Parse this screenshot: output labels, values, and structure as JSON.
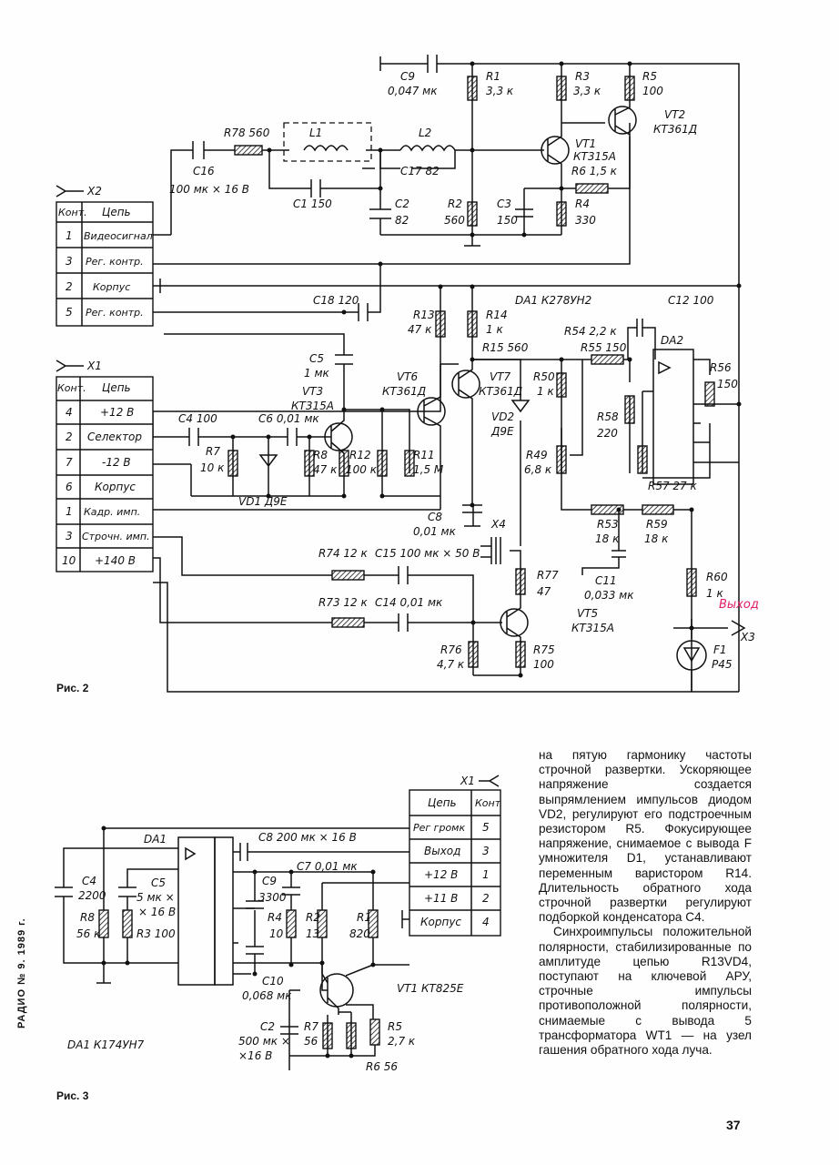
{
  "figure2": {
    "caption": "Рис. 2",
    "annotation": "Выход",
    "x2": {
      "name": "X2",
      "header": [
        "Конт.",
        "Цепь"
      ],
      "rows": [
        [
          "1",
          "Видеосигнал"
        ],
        [
          "3",
          "Рег. контр."
        ],
        [
          "2",
          "Корпус"
        ],
        [
          "5",
          "Рег. контр."
        ]
      ]
    },
    "x1": {
      "name": "X1",
      "header": [
        "Конт.",
        "Цепь"
      ],
      "rows": [
        [
          "4",
          "+12 В"
        ],
        [
          "2",
          "Селектор"
        ],
        [
          "7",
          "-12 В"
        ],
        [
          "6",
          "Корпус"
        ],
        [
          "1",
          "Кадр. имп."
        ],
        [
          "3",
          "Строчн. имп."
        ],
        [
          "10",
          "+140 В"
        ]
      ]
    },
    "labels": {
      "c9": "C9",
      "c9v": "0,047 мк",
      "r1": "R1",
      "r1v": "3,3 к",
      "r3": "R3",
      "r3v": "3,3 к",
      "r5": "R5",
      "r5v": "100",
      "vt2": "VT2",
      "vt2t": "КТ361Д",
      "vt1": "VT1",
      "vt1t": "КТ315А",
      "r6": "R6  1,5 к",
      "r78": "R78  560",
      "l1": "L1",
      "l2": "L2",
      "c16": "C16",
      "c16v": "100 мк × 16 В",
      "c17": "C17  82",
      "c1": "C1  150",
      "c2": "C2",
      "c2v": "82",
      "r2": "R2",
      "r2v": "560",
      "c3": "C3",
      "c3v": "150",
      "r4": "R4",
      "r4v": "330",
      "c18": "C18  120",
      "da1": "DA1  К278УН2",
      "c12": "C12  100",
      "r13": "R13",
      "r13v": "47 к",
      "r14": "R14",
      "r14v": "1 к",
      "r15": "R15  560",
      "r54": "R54  2,2 к",
      "r55": "R55 150",
      "da2": "DA2",
      "r56": "R56",
      "r56v": "150",
      "c5": "C5",
      "c5v": "1 мк",
      "vt3": "VT3",
      "vt3t": "КТ315А",
      "vt6": "VT6",
      "vt6t": "КТ361Д",
      "vt7": "VT7",
      "vt7t": "КТ361Д",
      "r50": "R50",
      "r50v": "1 к",
      "vd2": "VD2",
      "vd2t": "Д9Е",
      "r58": "R58",
      "r58v": "220",
      "c4": "C4  100",
      "c6": "C6  0,01 мк",
      "r7": "R7",
      "r7v": "10 к",
      "r8": "R8",
      "r8v": "47 к",
      "r12": "R12",
      "r12v": "100 к",
      "r11": "R11",
      "r11v": "1,5 М",
      "r49": "R49",
      "r49v": "6,8 к",
      "r57": "R57  27 к",
      "vd1": "VD1  Д9Е",
      "c8": "C8",
      "c8v": "0,01 мк",
      "x4": "X4",
      "r53": "R53",
      "r53v": "18 к",
      "r59": "R59",
      "r59v": "18 к",
      "r74": "R74  12 к",
      "c15": "C15  100 мк × 50 В",
      "r77": "R77",
      "r77v": "47",
      "c11": "C11",
      "c11v": "0,033 мк",
      "r60": "R60",
      "r60v": "1 к",
      "r73": "R73  12 к",
      "c14": "C14  0,01 мк",
      "vt5": "VT5",
      "vt5t": "КТ315А",
      "x3": "X3",
      "r76": "R76",
      "r76v": "4,7 к",
      "r75": "R75",
      "r75v": "100",
      "f1": "F1",
      "f1t": "Р45"
    }
  },
  "figure3": {
    "caption": "Рис. 3",
    "chip": "DA1  К174УН7",
    "x1": {
      "name": "X1",
      "header": [
        "Цепь",
        "Конт"
      ],
      "rows": [
        [
          "Рег громк",
          "5"
        ],
        [
          "Выход",
          "3"
        ],
        [
          "+12 В",
          "1"
        ],
        [
          "+11 В",
          "2"
        ],
        [
          "Корпус",
          "4"
        ]
      ]
    },
    "labels": {
      "da1": "DA1",
      "c8": "C8  200 мк × 16 В",
      "c7": "C7  0,01 мк",
      "c4": "C4",
      "c4v": "2200",
      "c5": "C5",
      "c5v": "5 мк ×",
      "c5v2": "× 16 В",
      "c9": "C9",
      "c9v": "3300",
      "r2": "R2",
      "r2v": "13",
      "r1": "R1",
      "r1v": "820",
      "r8": "R8",
      "r8v": "56 к",
      "r3": "R3  100",
      "r4": "R4",
      "r4v": "10",
      "c10": "C10",
      "c10v": "0,068 мк",
      "vt1": "VT1  КТ825Е",
      "c2": "C2",
      "c2v": "500 мк ×",
      "c2v2": "×16 В",
      "r7": "R7",
      "r7v": "56",
      "r5": "R5",
      "r5v": "2,7 к",
      "r6": "R6  56"
    }
  },
  "article": {
    "paragraphs": [
      "на пятую гармонику частоты строчной развертки. Ускоряющее напряжение создается выпрямлением импульсов диодом VD2, регулируют его подстроечным резистором R5. Фокусирующее напряжение, снимаемое с вывода F умножителя D1, устанавливают переменным варистором R14. Длительность обратного хода строчной развертки регулируют подборкой конденсатора C4.",
      "Синхроимпульсы положительной полярности, стабилизированные по амплитуде цепью R13VD4, поступают на ключевой АРУ, строчные импульсы противоположной полярности, снимаемые с вывода 5 трансформатора WT1 — на узел гашения обратного хода луча."
    ]
  },
  "journal": "РАДИО № 9. 1989 г.",
  "page_number": "37"
}
